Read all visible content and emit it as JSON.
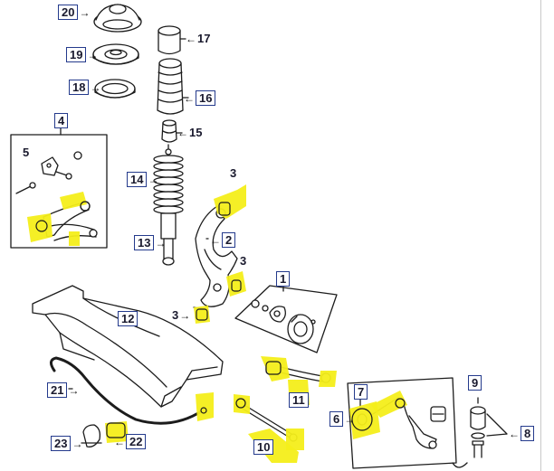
{
  "colors": {
    "highlight": "#f4ee1a",
    "ink": "#1c1c1c",
    "callout_box": "#243a8c"
  },
  "callouts": {
    "c1": "1",
    "c2": "2",
    "c3a": "3",
    "c3b": "3",
    "c3c": "3",
    "c4": "4",
    "c5": "5",
    "c6": "6",
    "c7": "7",
    "c8": "8",
    "c9": "9",
    "c10": "10",
    "c11": "11",
    "c12": "12",
    "c13": "13",
    "c14": "14",
    "c15": "15",
    "c16": "16",
    "c17": "17",
    "c18": "18",
    "c19": "19",
    "c20": "20",
    "c21": "21",
    "c22": "22",
    "c23": "23"
  }
}
